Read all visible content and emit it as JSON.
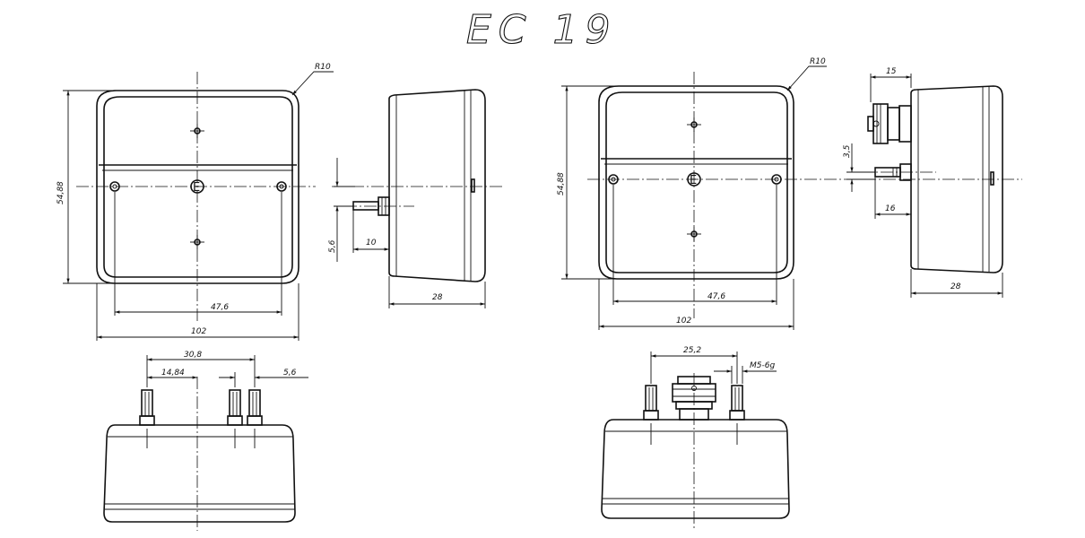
{
  "title": "EC 19",
  "left_set": {
    "front": {
      "radius": "R10",
      "height": "54,88",
      "hole_spacing": "47,6",
      "width": "102",
      "mark": "E"
    },
    "side": {
      "dim_a": "5,6",
      "dim_b": "10",
      "depth": "28"
    },
    "bottom": {
      "dim_a": "30,8",
      "dim_b": "14,84",
      "dim_c": "5,6"
    }
  },
  "right_set": {
    "front": {
      "radius": "R10",
      "height": "54,88",
      "hole_spacing": "47,6",
      "width": "102",
      "mark": "E"
    },
    "side": {
      "dim_a": "15",
      "dim_b": "3,5",
      "dim_c": "16",
      "depth": "28"
    },
    "bottom": {
      "dim_a": "25,2",
      "thread": "M5-6g"
    }
  }
}
